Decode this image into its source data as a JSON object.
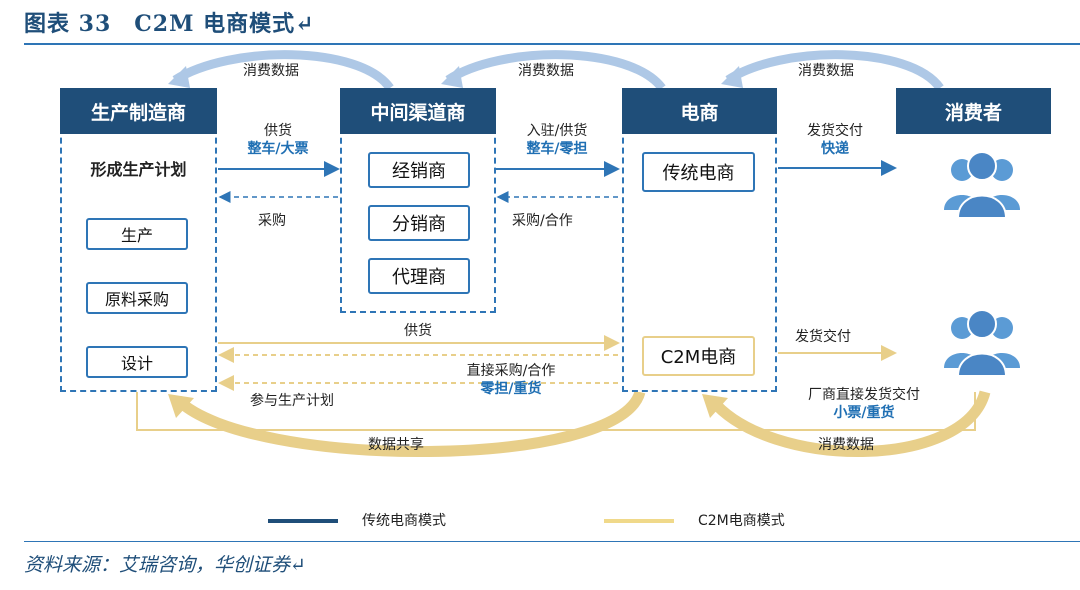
{
  "figure": {
    "title": "图表 33　C2M 电商模式↵",
    "source": "资料来源：艾瑞咨询，华创证券↵"
  },
  "colors": {
    "traditional": "#1f4e79",
    "c2m": "#f0d98a",
    "accent": "#2e75b6",
    "feedback": "#aec8e6",
    "c2m_feedback": "#e8cf8a"
  },
  "nodes": {
    "manufacturer": {
      "header": "生产制造商",
      "plan_label": "形成生产计划",
      "steps": [
        "生产",
        "原料采购",
        "设计"
      ]
    },
    "channel": {
      "header": "中间渠道商",
      "items": [
        "经销商",
        "分销商",
        "代理商"
      ]
    },
    "ecommerce": {
      "header": "电商",
      "traditional": "传统电商",
      "c2m": "C2M电商"
    },
    "consumer": {
      "header": "消费者"
    }
  },
  "edges": {
    "data_top_1": "消费数据",
    "data_top_2": "消费数据",
    "data_top_3": "消费数据",
    "m2c_supply": "供货",
    "m2c_supply_mode": "整车/大票",
    "c2m_purchase": "采购",
    "c2e_supply": "入驻/供货",
    "c2e_supply_mode": "整车/零担",
    "e2c_purchase": "采购/合作",
    "e2u_delivery": "发货交付",
    "e2u_delivery_mode": "快递",
    "c2m_supply": "供货",
    "c2m_direct": "直接采购/合作",
    "c2m_direct_mode": "零担/重货",
    "c2m_plan": "参与生产计划",
    "c2m_delivery": "发货交付",
    "factory_delivery": "厂商直接发货交付",
    "factory_delivery_mode": "小票/重货",
    "consumer_data": "消费数据",
    "data_share": "数据共享"
  },
  "legend": {
    "traditional": "传统电商模式",
    "c2m": "C2M电商模式"
  }
}
